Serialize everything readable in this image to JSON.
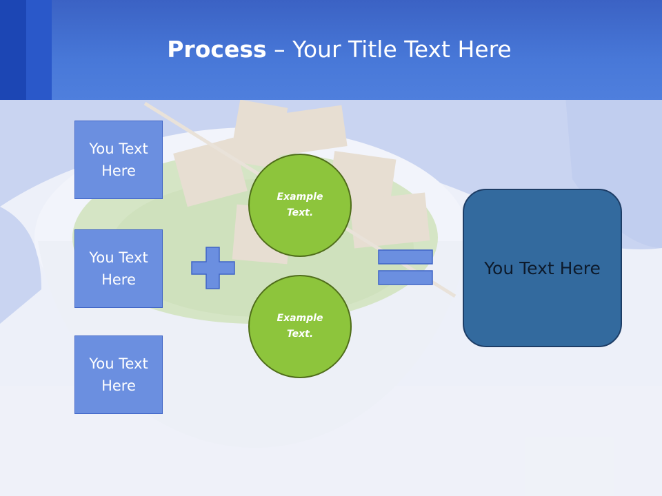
{
  "slide": {
    "title_bold": "Process",
    "title_rest": " – Your Title Text Here",
    "inputs": [
      "You Text Here",
      "You Text Here",
      "You Text Here"
    ],
    "circles": [
      "Example Text.",
      "Example Text."
    ],
    "result": "You Text Here"
  },
  "icons": {
    "plus": "plus-icon",
    "equals": "equals-icon"
  },
  "colors": {
    "header": "#4878d8",
    "input_box": "#6b8fe0",
    "circle": "#8dc53c",
    "result_box": "#336a9e"
  }
}
